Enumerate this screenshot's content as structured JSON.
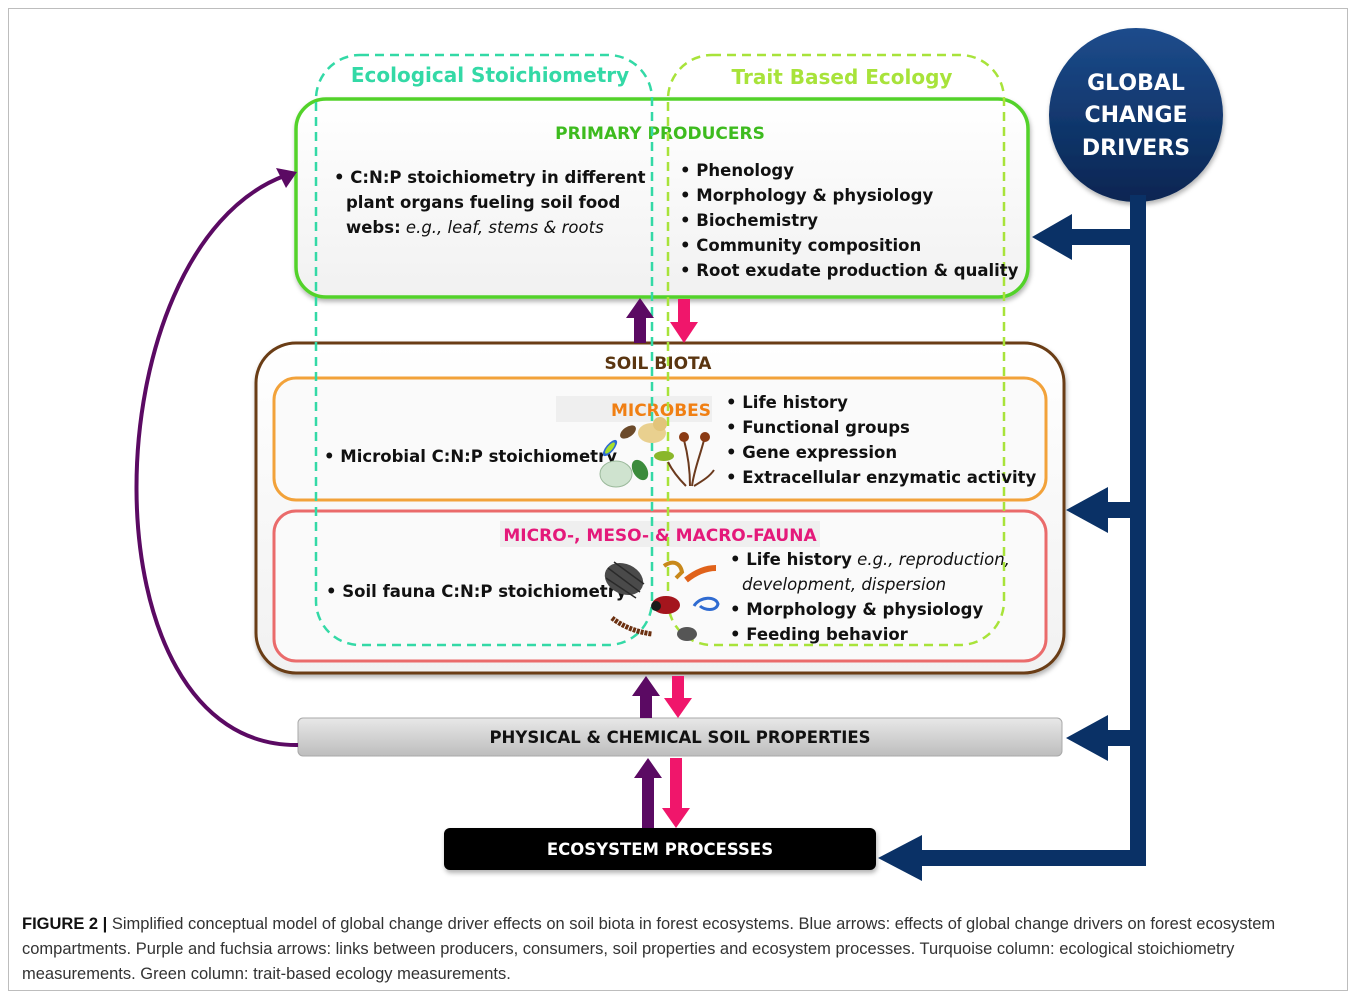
{
  "columns": {
    "stoichiometry": {
      "title": "Ecological Stoichiometry",
      "color": "#33d9a6"
    },
    "trait": {
      "title": "Trait Based Ecology",
      "color": "#a8e33a"
    }
  },
  "global_change": {
    "line1": "GLOBAL",
    "line2": "CHANGE",
    "line3": "DRIVERS",
    "color": "#0a3166"
  },
  "primary_producers": {
    "title": "PRIMARY PRODUCERS",
    "left_lines": [
      "C:N:P stoichiometry in different",
      "plant organs fueling soil food"
    ],
    "left_bold_prefix": "webs:",
    "left_italic": " e.g., leaf, stems & roots",
    "right_items": [
      "Phenology",
      "Morphology & physiology",
      "Biochemistry",
      "Community composition",
      "Root exudate production & quality"
    ]
  },
  "soil_biota": {
    "title": "SOIL BIOTA"
  },
  "microbes": {
    "title": "MICROBES",
    "left": "Microbial C:N:P stoichiometry",
    "right_items": [
      "Life history",
      "Functional groups",
      "Gene expression",
      "Extracellular enzymatic activity"
    ]
  },
  "fauna": {
    "title": "MICRO-, MESO- & MACRO-FAUNA",
    "left": "Soil fauna C:N:P stoichiometry",
    "life_history": "Life history",
    "life_history_italic_1": " e.g., reproduction,",
    "life_history_italic_2": "development, dispersion",
    "right_items": [
      "Morphology & physiology",
      "Feeding behavior"
    ]
  },
  "soil_properties": {
    "label": "PHYSICAL & CHEMICAL SOIL PROPERTIES"
  },
  "ecosystem": {
    "label": "ECOSYSTEM PROCESSES"
  },
  "caption": {
    "figure_label": "FIGURE 2 |",
    "text": " Simplified conceptual model of global change driver effects on soil biota in forest ecosystems. Blue arrows: effects of global change drivers on forest ecosystem compartments. Purple and fuchsia arrows: links between producers, consumers, soil properties and ecosystem processes. Turquoise column: ecological stoichiometry measurements. Green column: trait-based ecology measurements."
  },
  "colors": {
    "purple": "#5b0a63",
    "fuchsia": "#f0166b",
    "navy": "#0a3166",
    "green": "#52d22a",
    "brown": "#6b3e14",
    "orange": "#f2a23a",
    "red": "#ea6b6b",
    "microbes": "#f07f13",
    "fauna": "#e4197a"
  }
}
